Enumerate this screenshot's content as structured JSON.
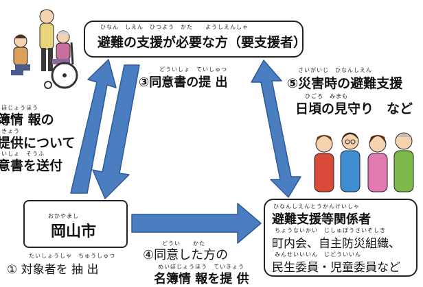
{
  "top_box": {
    "ruby": "ひなん　しえん　ひつよう　かた　　ようしえんしゃ",
    "title": "避難の支援が必要な方（要支援者）"
  },
  "city_box": {
    "ruby": "おかやまし",
    "title": "岡山市"
  },
  "related_box": {
    "ruby": "ひなんしえんとうかんけいしゃ",
    "title": "避難支援等関係者",
    "ruby2": "ちょうないかい　じしゅぼうさいそしき",
    "line2": "町内会、自主防災組織、",
    "ruby3": "みんせいいいん　じどういいん",
    "line3": "民生委員・児童委員など"
  },
  "step1": {
    "ruby": "たいしょうしゃ　ちゅうしゅつ",
    "text": "① 対象者を 抽 出"
  },
  "step2": {
    "ruby1": "ほじょうほう",
    "line1": "簿情 報の",
    "ruby2": "きょう",
    "line2": "提供について",
    "ruby3": "いしょ　そうふ",
    "line3": "意書を送付"
  },
  "step3": {
    "ruby": "どういしょ　ていしゅつ",
    "text": "③同意書の提 出"
  },
  "step4": {
    "ruby1": "どうい　　かた",
    "line1": "④同意した方の",
    "ruby2": "めいぼじょうほう　ていきょう",
    "line2": "名簿情 報を提 供"
  },
  "step5": {
    "ruby1": "さいがいじ　ひなんしえん",
    "line1": "⑤災害時の避難支援",
    "ruby2": "ひごろ　みまも",
    "line2": "日頃の見守り　など"
  },
  "colors": {
    "arrow_fill": "#4a7ec0",
    "arrow_stroke": "#2d5a94"
  }
}
